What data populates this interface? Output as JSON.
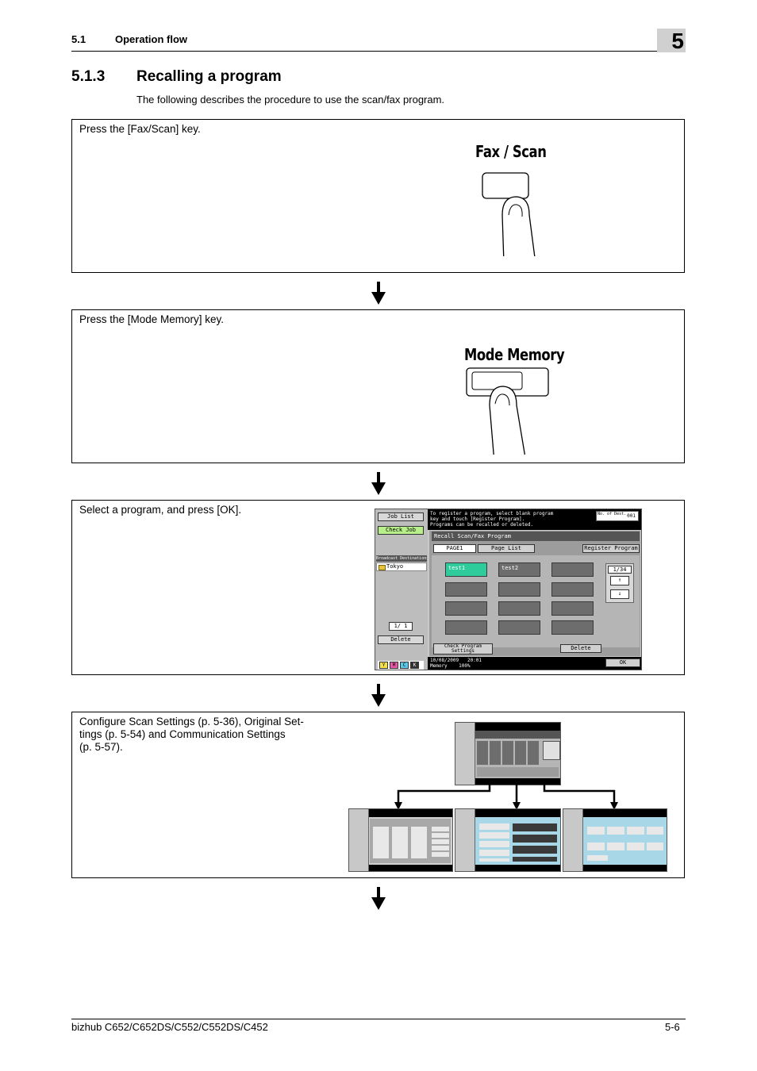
{
  "header": {
    "section_number": "5.1",
    "section_title": "Operation flow",
    "chapter": "5"
  },
  "section": {
    "number": "5.1.3",
    "title": "Recalling a program",
    "intro": "The following describes the procedure to use the scan/fax program."
  },
  "steps": [
    {
      "text": "Press the [Fax/Scan] key.",
      "key_label": "Fax / Scan"
    },
    {
      "text": "Press the [Mode Memory] key.",
      "key_label": "Mode Memory"
    },
    {
      "text": "Select a program, and press [OK]."
    },
    {
      "text_lines": [
        "Configure Scan Settings (p. 5-36), Original Set-",
        "tings (p. 5-54) and Communication Settings",
        "(p. 5-57)."
      ]
    }
  ],
  "screen": {
    "job_list": "Job List",
    "check_job": "Check Job",
    "broadcast_header": "Broadcast Destinations",
    "destination": "Tokyo",
    "page_counter": "1/ 1",
    "delete_left": "Delete",
    "toners": [
      "Y",
      "M",
      "C",
      "K"
    ],
    "message_lines": [
      "To register a program, select blank program",
      "key and touch [Register Program].",
      "Programs can be recalled or deleted."
    ],
    "no_of_dest_label": "No. of Dest.",
    "no_of_dest_value": "001",
    "panel_title": "Recall Scan/Fax Program",
    "tab_page1": "PAGE1",
    "tab_page_list": "Page List",
    "register_program": "Register Program",
    "programs": [
      "test1",
      "test2"
    ],
    "pager": "1/34",
    "check_program_settings": "Check Program Settings",
    "delete_bottom": "Delete",
    "date": "10/08/2009",
    "time": "20:01",
    "memory_label": "Memory",
    "memory_value": "100%",
    "ok": "OK"
  },
  "footer": {
    "model": "bizhub C652/C652DS/C552/C552DS/C452",
    "page": "5-6"
  },
  "colors": {
    "program_selected": "#2ecc9a",
    "screen_panel": "#9c9c9c",
    "settings_screen": "#a8d8e8"
  }
}
